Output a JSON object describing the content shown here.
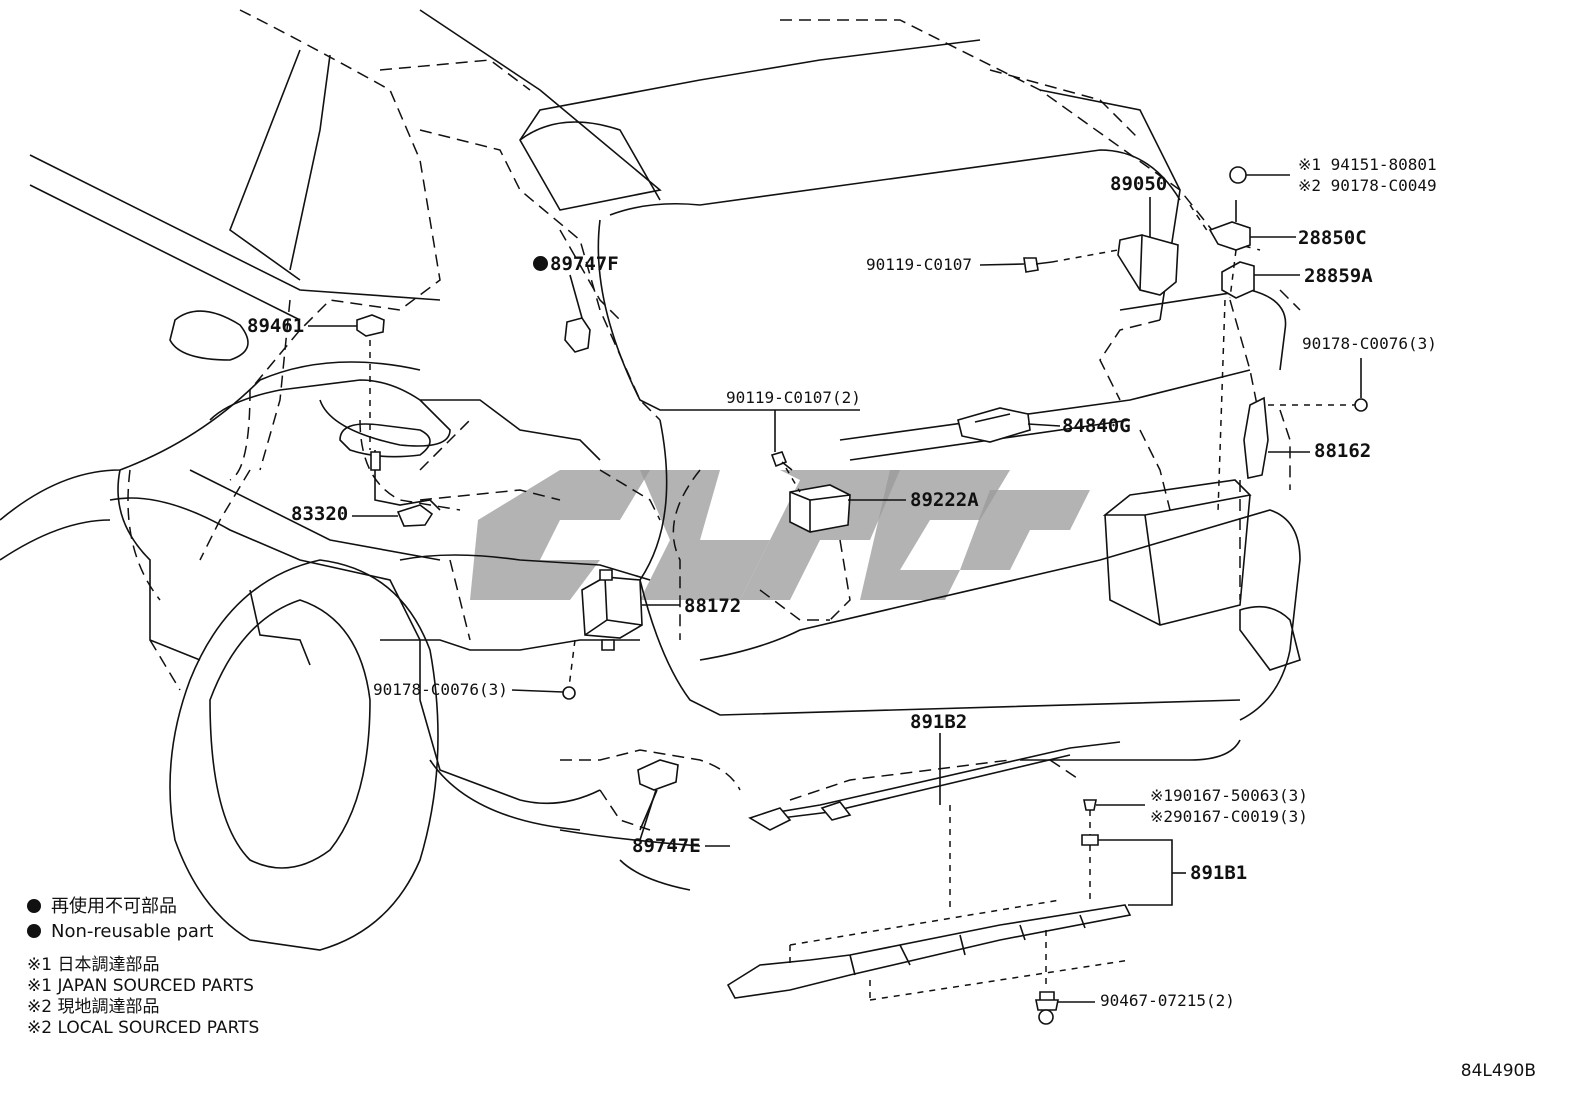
{
  "diagram": {
    "part_labels": {
      "p89747F": "89747F",
      "p89461": "89461",
      "p83320": "83320",
      "p88172": "88172",
      "p90178_left": "90178-C0076(3)",
      "p89747E": "89747E",
      "p90119_top": "90119-C0107",
      "p89050": "89050",
      "p90119_mid": "90119-C0107(2)",
      "p89222A": "89222A",
      "p84840G": "84840G",
      "p94151": "※1 94151-80801",
      "p90178_c0049": "※2 90178-C0049",
      "p28850C": "28850C",
      "p28859A": "28859A",
      "p90178_right": "90178-C0076(3)",
      "p88162": "88162",
      "p891B2": "891B2",
      "p90167_50063": "※190167-50063(3)",
      "p90167_c0019": "※290167-C0019(3)",
      "p891B1": "891B1",
      "p90467": "90467-07215(2)"
    },
    "legend": {
      "non_reusable_jp": "再使用不可部品",
      "non_reusable_en": "Non-reusable part",
      "note1_jp": "※1 日本調達部品",
      "note1_en": "※1 JAPAN SOURCED PARTS",
      "note2_jp": "※2 現地調達部品",
      "note2_en": "※2 LOCAL SOURCED PARTS"
    },
    "drawing_code": "84L490B"
  }
}
